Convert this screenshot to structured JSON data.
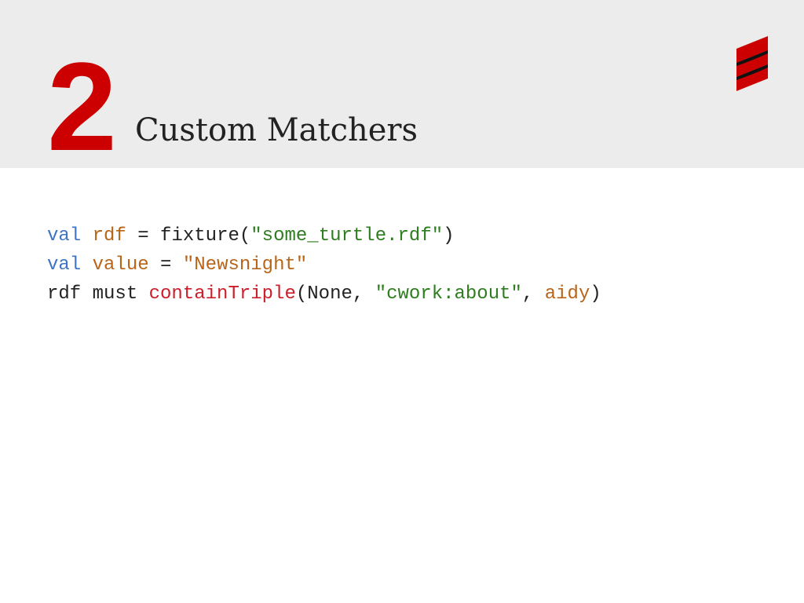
{
  "header": {
    "slide_number": "2",
    "title": "Custom Matchers",
    "logo_icon": "scala-logo-icon"
  },
  "colors": {
    "header_bg": "#ececec",
    "accent_red": "#cc0000",
    "title_text": "#222222",
    "code_keyword": "#3d74c4",
    "code_identifier": "#b8651a",
    "code_string": "#2e7d1f",
    "code_method": "#cc1f2a",
    "code_plain": "#222222"
  },
  "code": {
    "lines": [
      {
        "tokens": [
          {
            "text": "val",
            "kind": "keyword"
          },
          {
            "text": " ",
            "kind": "plain"
          },
          {
            "text": "rdf",
            "kind": "identifier"
          },
          {
            "text": " = fixture(",
            "kind": "plain"
          },
          {
            "text": "\"some_turtle.rdf\"",
            "kind": "string"
          },
          {
            "text": ")",
            "kind": "plain"
          }
        ]
      },
      {
        "tokens": [
          {
            "text": "val",
            "kind": "keyword"
          },
          {
            "text": " ",
            "kind": "plain"
          },
          {
            "text": "value",
            "kind": "identifier"
          },
          {
            "text": " = ",
            "kind": "plain"
          },
          {
            "text": "\"Newsnight\"",
            "kind": "identifier"
          }
        ]
      },
      {
        "tokens": [
          {
            "text": "rdf must ",
            "kind": "plain"
          },
          {
            "text": "containTriple",
            "kind": "method"
          },
          {
            "text": "(None, ",
            "kind": "plain"
          },
          {
            "text": "\"cwork:about\"",
            "kind": "string"
          },
          {
            "text": ", ",
            "kind": "plain"
          },
          {
            "text": "aidy",
            "kind": "identifier"
          },
          {
            "text": ")",
            "kind": "plain"
          }
        ]
      }
    ]
  }
}
